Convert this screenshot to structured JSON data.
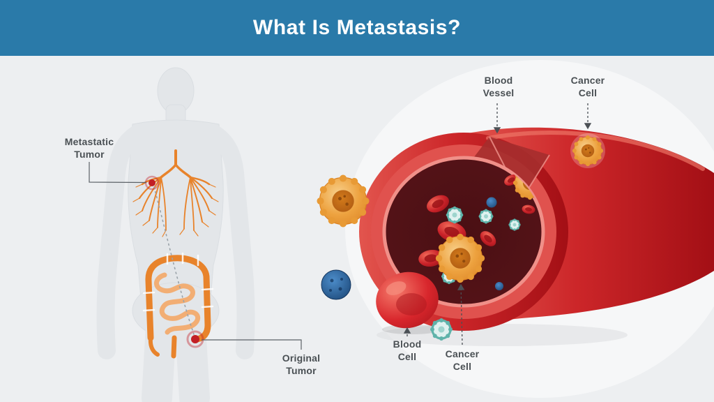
{
  "header": {
    "title": "What Is Metastasis?"
  },
  "anatomy": {
    "labels": {
      "metastatic_tumor": "Metastatic\nTumor",
      "original_tumor": "Original\nTumor"
    }
  },
  "vessel": {
    "labels": {
      "blood_vessel": "Blood\nVessel",
      "cancer_cell_top": "Cancer\nCell",
      "blood_cell": "Blood\nCell",
      "cancer_cell_bottom": "Cancer\nCell"
    }
  },
  "colors": {
    "header_blue": "#2a7aa9",
    "background": "#edeff1",
    "silhouette": "#e3e6e9",
    "accent_orange": "#e8832b",
    "intestine_light_orange": "#f2ae74",
    "tumor_red": "#c21f25",
    "vessel_red": "#cc2629",
    "vessel_dark_interior": "#4a0f13",
    "cancer_cell_orange": "#eda23f",
    "teal_cell": "#5fb3aa",
    "blue_cell": "#16406f",
    "label_text": "#4a5054"
  },
  "icons": {
    "metastatic_tumor_dot": "tumor-dot",
    "original_tumor_dot": "tumor-dot"
  }
}
